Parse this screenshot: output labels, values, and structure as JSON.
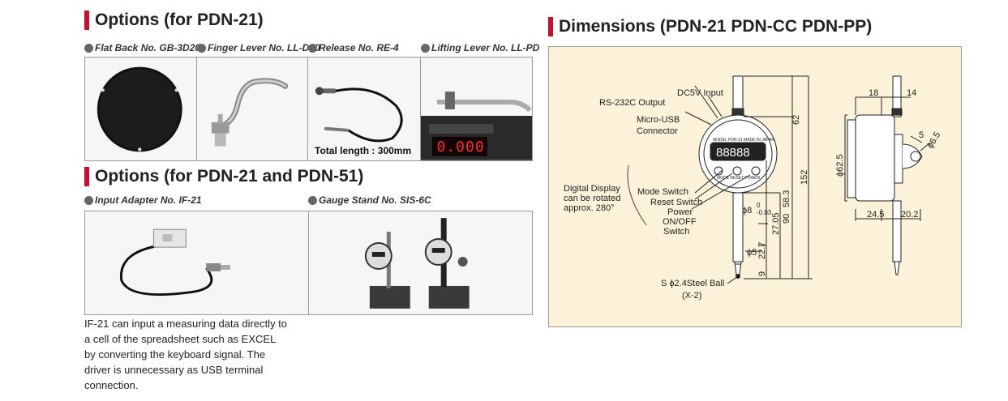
{
  "options_pdn21": {
    "title": "Options (for PDN-21)",
    "items": [
      {
        "label": "Flat Back No. GB-3D20"
      },
      {
        "label": "Finger Lever No. LL-D20"
      },
      {
        "label": "Release No. RE-4"
      },
      {
        "label": "Lifting Lever No. LL-PD"
      }
    ],
    "release_note": "Total length : 300mm",
    "display_reading": "0.000"
  },
  "options_pdn21_51": {
    "title": "Options (for PDN-21 and PDN-51)",
    "items": [
      {
        "label": "Input Adapter No. IF-21"
      },
      {
        "label": "Gauge Stand No. SIS-6C"
      }
    ],
    "description_lines": [
      "IF-21 can input a measuring data directly to",
      "a cell of the spreadsheet such as EXCEL",
      "by converting the keyboard signal. The",
      "driver is unnecessary as USB terminal",
      "connection."
    ]
  },
  "dimensions": {
    "title": "Dimensions (PDN-21 PDN-CC PDN-PP)",
    "labels": {
      "dc5v": "DC5V Input",
      "rs232c": "RS-232C Output",
      "micro_usb_1": "Micro-USB",
      "micro_usb_2": "Connector",
      "rotate_1": "Digital Display",
      "rotate_2": "can be rotated",
      "rotate_3": "approx. 280°",
      "mode": "Mode Switch",
      "reset": "Reset Switch",
      "power_1": "Power",
      "power_2": "ON/OFF",
      "power_3": "Switch",
      "steel_ball": "S ϕ2.4Steel Ball",
      "x2": "(X-2)",
      "model": "MODEL  PDN-21",
      "made": "MADE IN JAPAN",
      "buttons": "MODE  RESET  POWER",
      "screen": "88888"
    },
    "values": {
      "d62": "62",
      "d152": "152",
      "d58_3": "58.3",
      "d90": "90",
      "d27_05": "27.05",
      "d22_7": "22.7",
      "d9": "9",
      "phi8": "ϕ8",
      "tol_top": "0",
      "tol_bottom": "-0.03",
      "phi5": "ϕ5",
      "d18": "18",
      "d14": "14",
      "d5": "5",
      "phi6_5": "ϕ6.5",
      "phi62_5": "ϕ62.5",
      "d24_5": "24.5",
      "d20_2": "20.2"
    }
  },
  "colors": {
    "accent": "#c8102e",
    "panel_bg": "#fcf2d9",
    "border": "#999999"
  }
}
